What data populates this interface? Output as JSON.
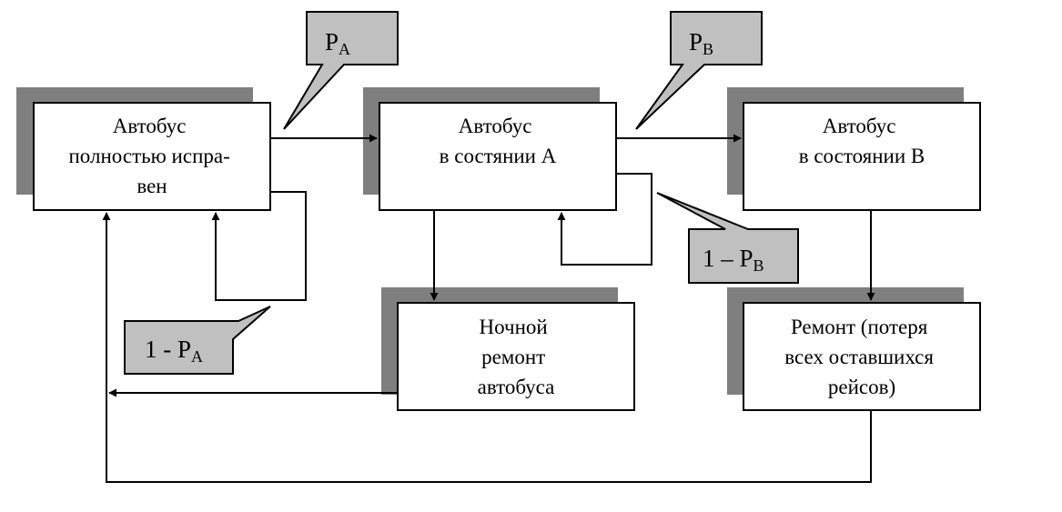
{
  "states": {
    "healthy": {
      "lines": [
        "Автобус",
        "полностью испра-",
        "вен"
      ]
    },
    "state_a": {
      "lines": [
        "Автобус",
        "в состянии А"
      ]
    },
    "state_b": {
      "lines": [
        "Автобус",
        "в состоянии В"
      ]
    },
    "night_repair": {
      "lines": [
        "Ночной",
        "ремонт",
        "автобуса"
      ]
    },
    "repair": {
      "lines": [
        "Ремонт (потеря",
        "всех  оставшихся",
        "рейсов)"
      ]
    }
  },
  "callouts": {
    "pa": {
      "main": "P",
      "sub": "A"
    },
    "pb": {
      "main": "P",
      "sub": "B"
    },
    "one_minus_pa": {
      "main": "1 - P",
      "sub": "A"
    },
    "one_minus_pb": {
      "main": "1 – P",
      "sub": "B"
    }
  },
  "colors": {
    "shadow": "#7f7f7f",
    "callout_fill": "#c0c0c0",
    "line": "#000000",
    "box_fill": "#ffffff"
  }
}
